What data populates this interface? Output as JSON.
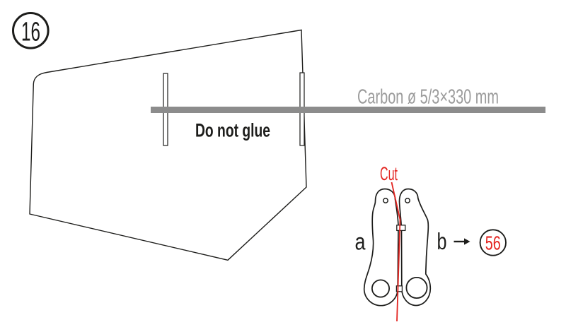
{
  "step": {
    "number": "16"
  },
  "labels": {
    "do_not_glue": "Do not glue",
    "carbon_rod": "Carbon ø 5/3×330 mm",
    "cut": "Cut",
    "part_a": "a",
    "part_b": "b",
    "part_number": "56"
  },
  "colors": {
    "outline_black": "#1d1d1b",
    "rod_gray": "#8c8c8c",
    "label_gray": "#9b9b9b",
    "cut_red": "#e32420"
  }
}
